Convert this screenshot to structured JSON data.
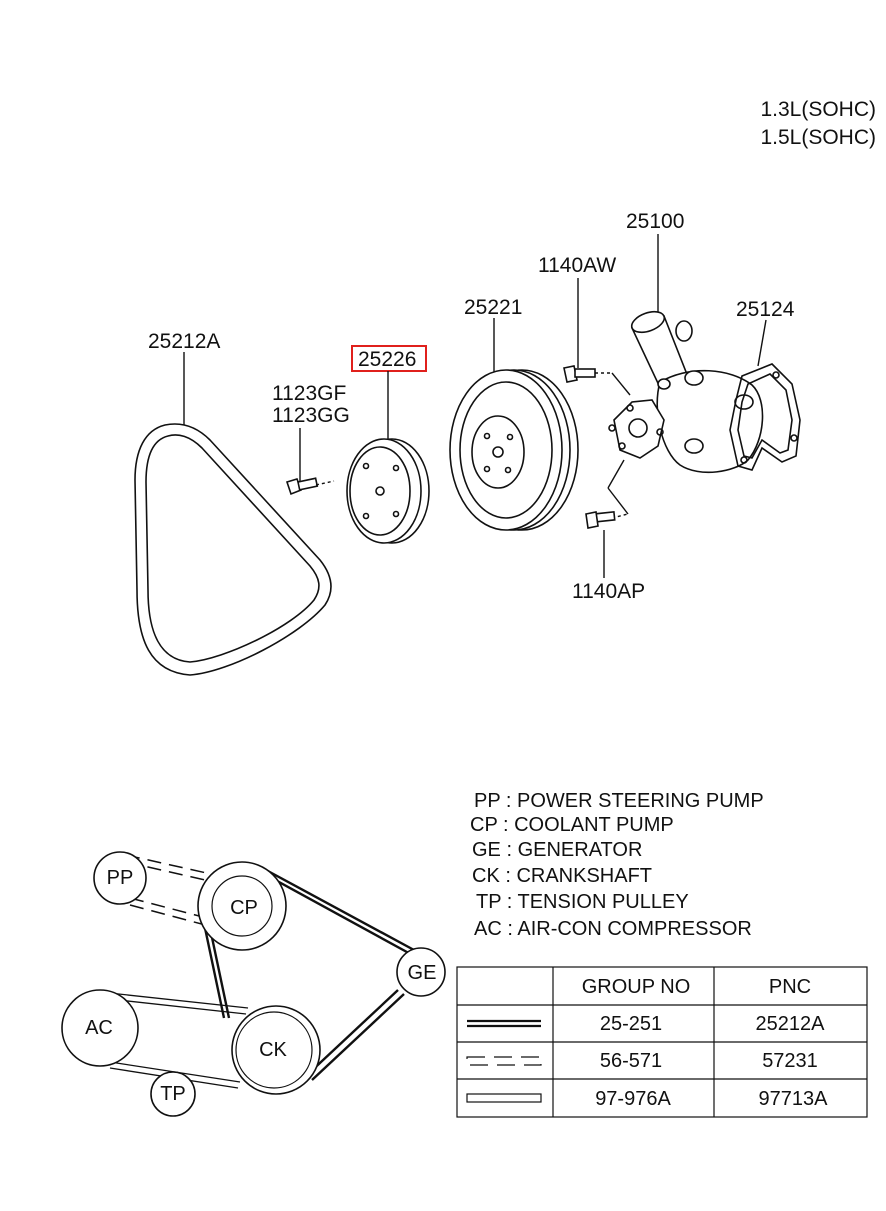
{
  "engine_spec": [
    "1.3L(SOHC)",
    "1.5L(SOHC)"
  ],
  "callouts": {
    "belt": "25212A",
    "bolt_pulley_a": "1123GF",
    "bolt_pulley_b": "1123GG",
    "small_pulley": "25226",
    "large_pulley": "25221",
    "bolt_top": "1140AW",
    "water_pump": "25100",
    "gasket": "25124",
    "bolt_bottom": "1140AP"
  },
  "highlight_color": "#e0201c",
  "legend": [
    "PP : POWER STEERING PUMP",
    "CP : COOLANT PUMP",
    "GE : GENERATOR",
    "CK : CRANKSHAFT",
    "TP : TENSION PULLEY",
    "AC : AIR-CON COMPRESSOR"
  ],
  "belt_layout_nodes": {
    "pp": "PP",
    "cp": "CP",
    "ge": "GE",
    "ac": "AC",
    "ck": "CK",
    "tp": "TP"
  },
  "table": {
    "headers": [
      "",
      "GROUP NO",
      "PNC"
    ],
    "rows": [
      {
        "line_style": "solid-double",
        "group_no": "25-251",
        "pnc": "25212A"
      },
      {
        "line_style": "dashed-double",
        "group_no": "56-571",
        "pnc": "57231"
      },
      {
        "line_style": "thin-double",
        "group_no": "97-976A",
        "pnc": "97713A"
      }
    ]
  }
}
